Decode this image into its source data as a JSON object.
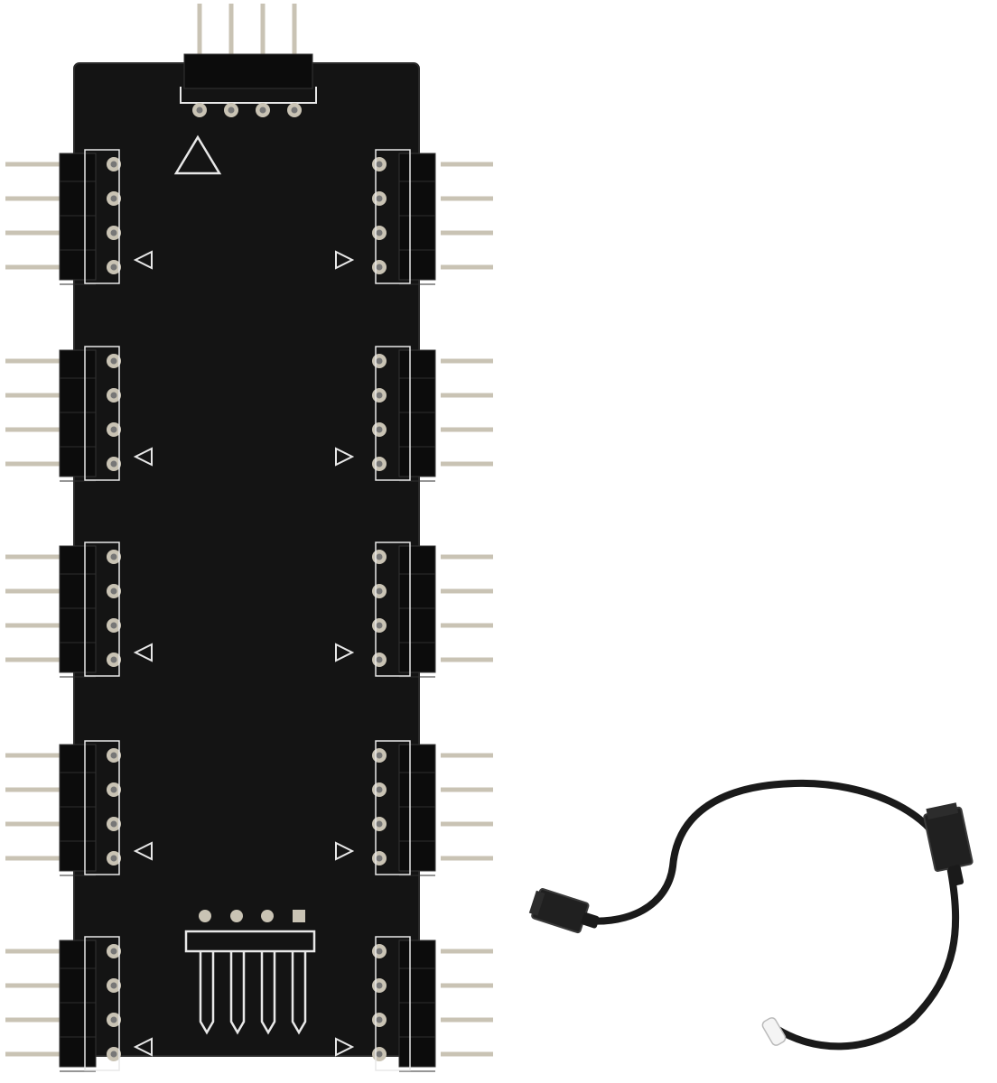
{
  "image": {
    "subject": "rgb-splitter-hub-board",
    "accessory": "extension-cable",
    "colors": {
      "background": "#ffffff",
      "board": "#141414",
      "board_edge": "#2a2a2a",
      "silkscreen": "#e8e8e8",
      "pin_metal": "#c9c3b4",
      "header_plastic": "#0c0c0c",
      "cable": "#1a1a1a"
    },
    "connectors": {
      "input_count": 1,
      "output_count": 10,
      "pins_per_connector": 4
    }
  }
}
